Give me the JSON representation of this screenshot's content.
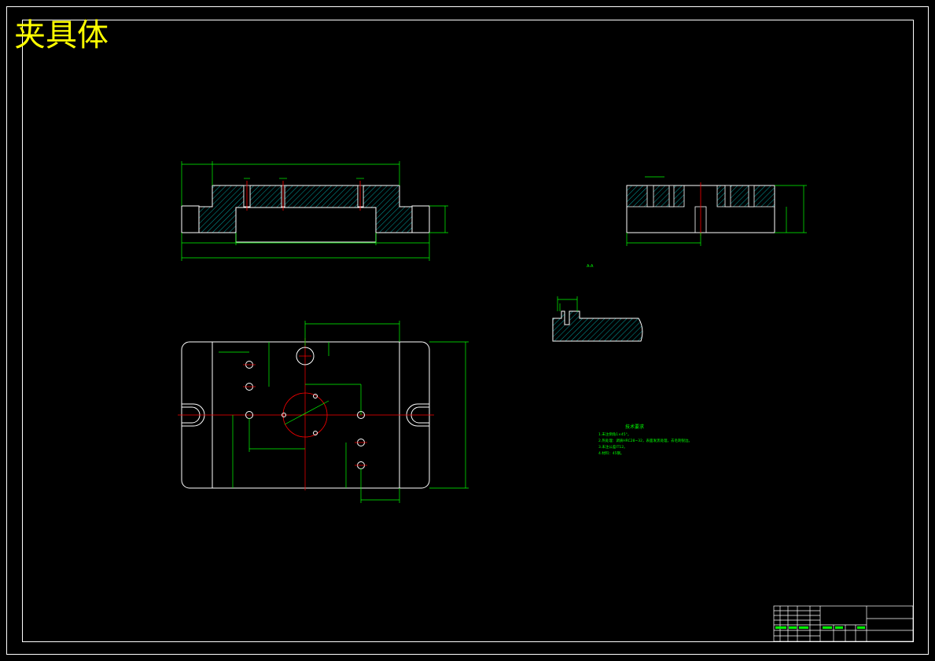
{
  "title": "夹具体",
  "colors": {
    "background": "#000000",
    "outline": "#ffffff",
    "dimension": "#00ff00",
    "centerline": "#ff0000",
    "hatch": "#00c8c8",
    "title": "#ffff00"
  },
  "section_label": "A-A",
  "technical_requirements": {
    "heading": "技术要求",
    "items": [
      "1.未注倒角1×45°。",
      "2.热处理：调质HRC28~32，表面发黑处理，去毛刺锐边。",
      "3.未注公差IT12。",
      "4.材料：45钢。"
    ]
  },
  "icons": [
    "u-slot-icon",
    "bolt-hole-icon",
    "center-mark-icon"
  ]
}
